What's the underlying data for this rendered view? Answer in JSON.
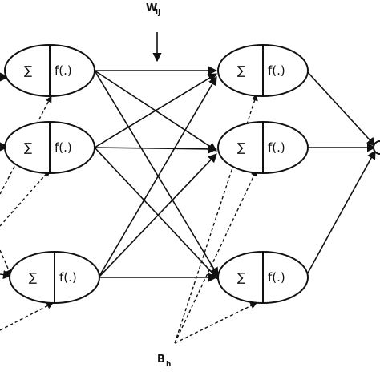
{
  "node": {
    "sum_symbol": "∑",
    "activation": "f(.)"
  },
  "labels": {
    "weight": {
      "main": "W",
      "sub": "ij"
    },
    "bias": {
      "main": "B",
      "sub": "h"
    }
  },
  "colors": {
    "stroke": "#111111",
    "background": "#ffffff"
  }
}
